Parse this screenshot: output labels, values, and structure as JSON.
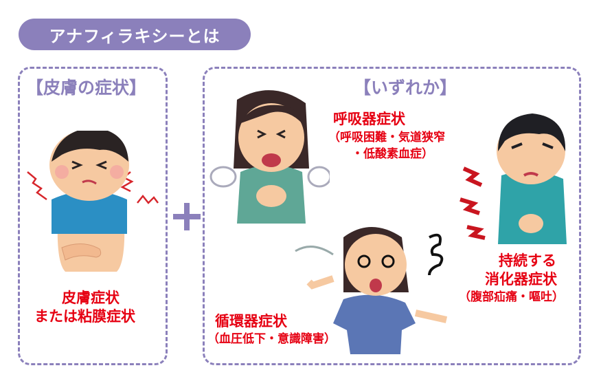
{
  "header": {
    "title": "アナフィラキシーとは",
    "color": "#8b80bb"
  },
  "operator": {
    "symbol": "+"
  },
  "skin_panel": {
    "title": "【皮膚の症状】",
    "illustration": "itchy-boy-with-rash",
    "caption": [
      "皮膚症状",
      "または粘膜症状"
    ]
  },
  "any_panel": {
    "title": "【いずれか】",
    "items": [
      {
        "illustration": "woman-breathing-difficulty",
        "label": "呼吸器症状",
        "detail": [
          "（呼吸困難・気道狭窄",
          "・低酸素血症）"
        ]
      },
      {
        "illustration": "woman-dizzy",
        "label": "循環器症状",
        "detail": [
          "（血圧低下・意識障害）"
        ]
      },
      {
        "illustration": "man-stomach-ache",
        "label": [
          "持続する",
          "消化器症状"
        ],
        "detail": [
          "（腹部疝痛・嘔吐）"
        ]
      }
    ]
  },
  "colors": {
    "accent": "#8b80bb",
    "symptom_text": "#e60012"
  }
}
